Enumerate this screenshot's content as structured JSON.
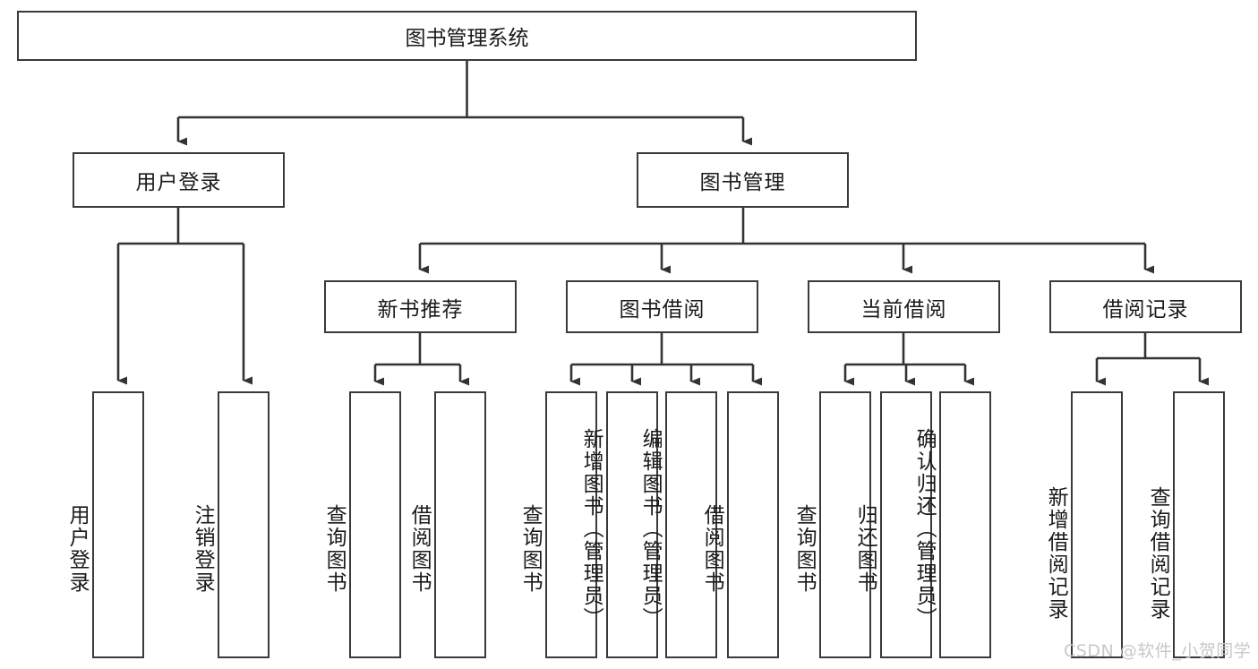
{
  "diagram": {
    "title": "图书管理系统",
    "type": "tree",
    "root": {
      "label": "图书管理系统"
    },
    "level2": [
      {
        "label": "用户登录"
      },
      {
        "label": "图书管理"
      }
    ],
    "level3": [
      {
        "label": "新书推荐"
      },
      {
        "label": "图书借阅"
      },
      {
        "label": "当前借阅"
      },
      {
        "label": "借阅记录"
      }
    ],
    "leaves": {
      "user_login": [
        {
          "label": "用户登录"
        },
        {
          "label": "注销登录"
        }
      ],
      "new_book": [
        {
          "label": "查询图书"
        },
        {
          "label": "借阅图书"
        }
      ],
      "book_borrow": [
        {
          "label": "查询图书"
        },
        {
          "label": "新增图书（管理员）"
        },
        {
          "label": "编辑图书（管理员）"
        },
        {
          "label": "借阅图书"
        }
      ],
      "current_borrow": [
        {
          "label": "查询图书"
        },
        {
          "label": "归还图书"
        },
        {
          "label": "确认归还（管理员）"
        }
      ],
      "borrow_record": [
        {
          "label": "新增借阅记录"
        },
        {
          "label": "查询借阅记录"
        }
      ]
    }
  },
  "watermark": {
    "text": "CSDN @软件_小贺同学"
  },
  "colors": {
    "border": "#3a3a3a",
    "text": "#1a1a1a",
    "background": "#ffffff",
    "watermark": "#c8c8c8"
  }
}
